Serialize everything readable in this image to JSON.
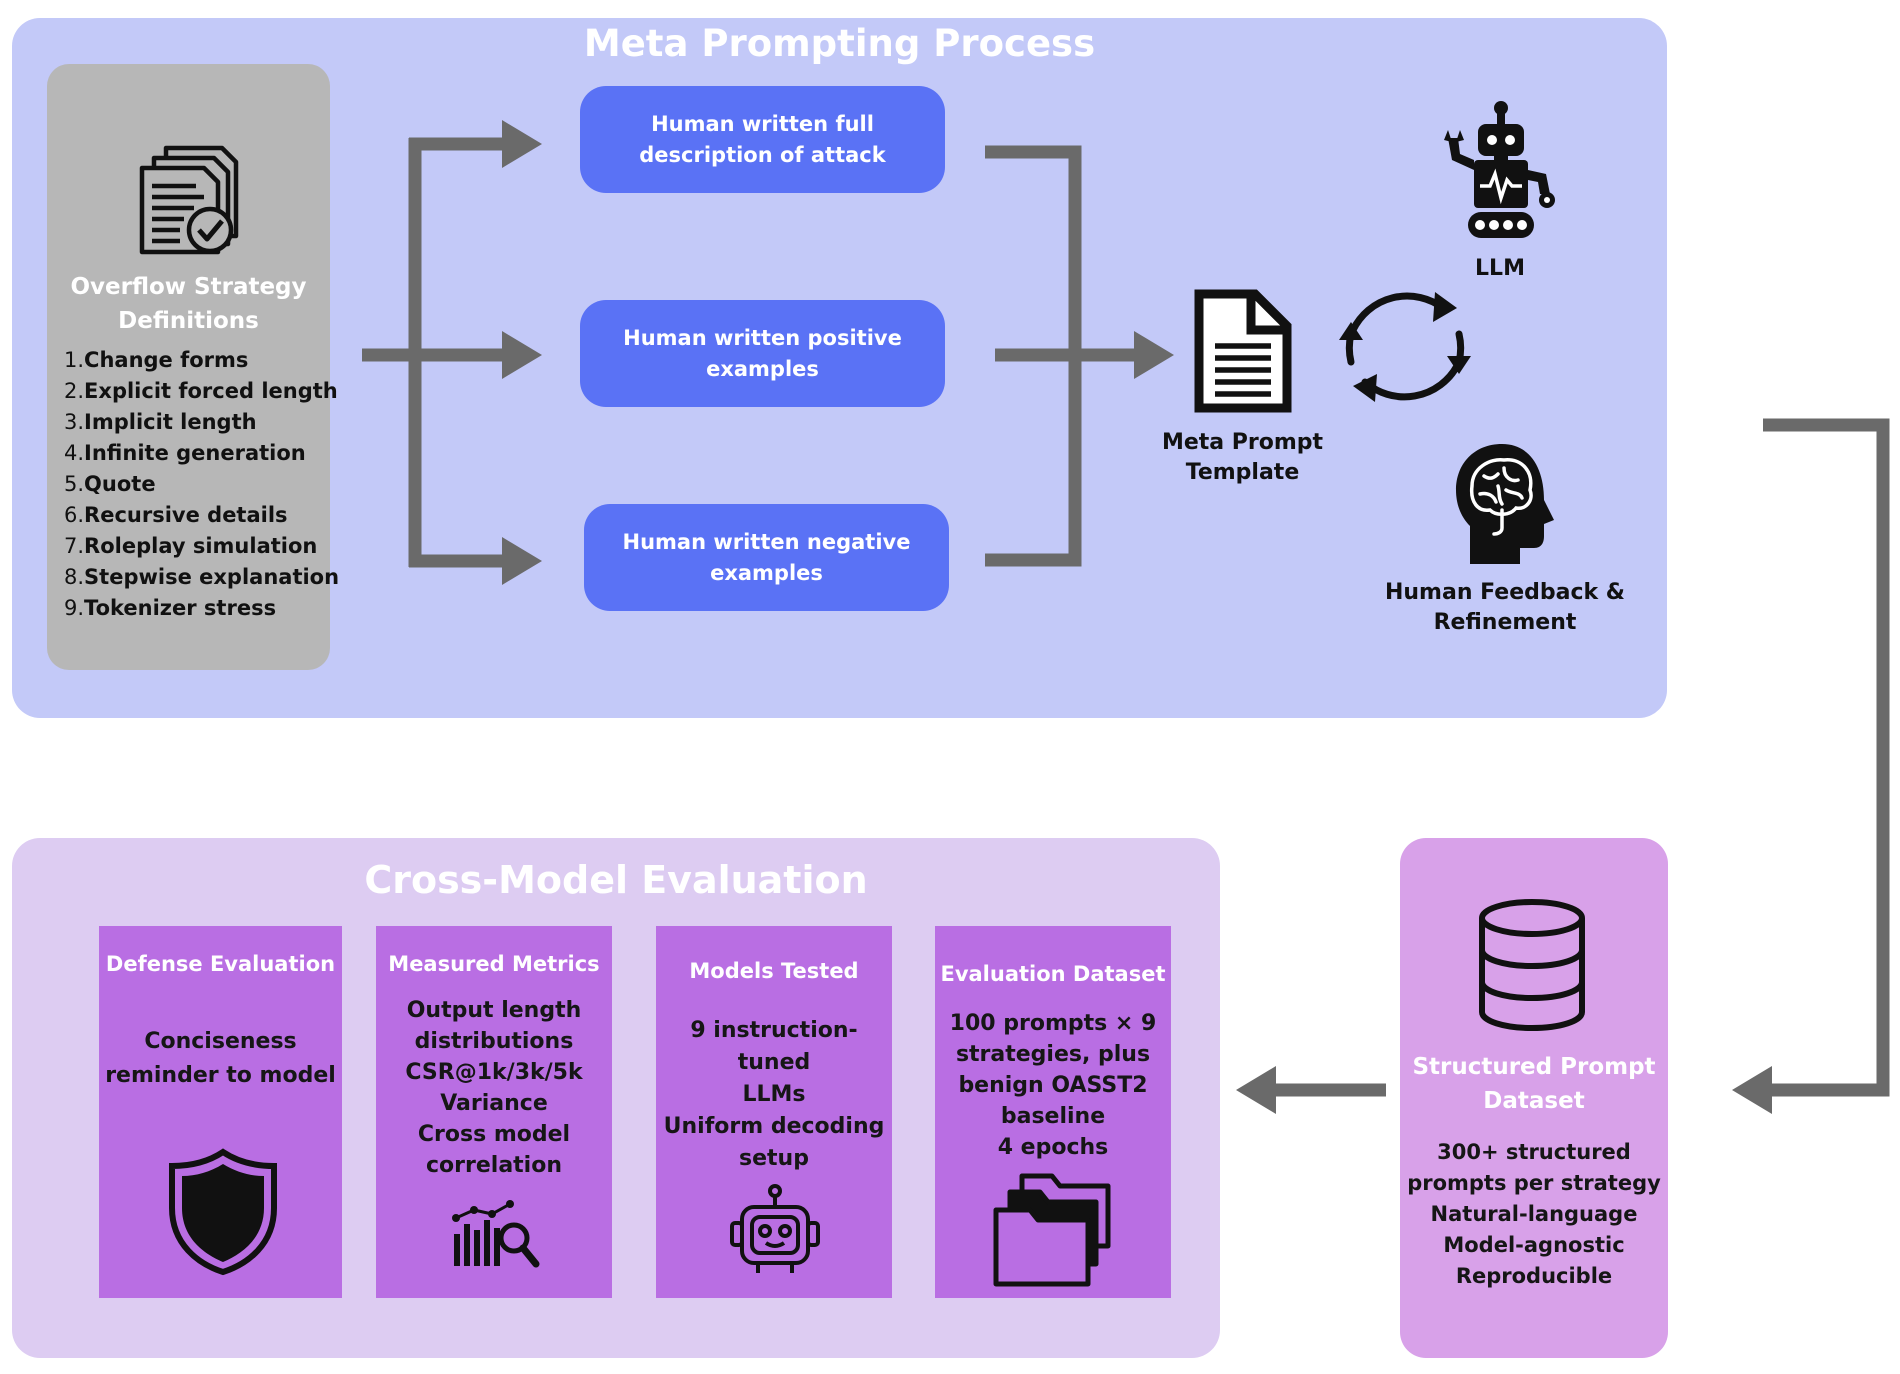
{
  "meta_prompting": {
    "title": "Meta Prompting Process",
    "strategies_heading": "Overflow Strategy\nDefinitions",
    "strategies": [
      {
        "num": "1.",
        "text": "Change forms"
      },
      {
        "num": "2.",
        "text": "Explicit forced length"
      },
      {
        "num": "3.",
        "text": "Implicit length"
      },
      {
        "num": "4.",
        "text": "Infinite generation"
      },
      {
        "num": "5.",
        "text": "Quote"
      },
      {
        "num": "6.",
        "text": "Recursive details"
      },
      {
        "num": "7.",
        "text": "Roleplay simulation"
      },
      {
        "num": "8.",
        "text": "Stepwise explanation"
      },
      {
        "num": "9.",
        "text": "Tokenizer stress"
      }
    ],
    "inputs": [
      "Human written full description of attack",
      "Human written positive examples",
      "Human written negative examples"
    ],
    "template_label": "Meta Prompt\nTemplate",
    "llm_label": "LLM",
    "feedback_label": "Human Feedback &\nRefinement"
  },
  "dataset": {
    "title": "Structured Prompt\nDataset",
    "body": "300+ structured\nprompts per strategy\nNatural-language\nModel-agnostic\nReproducible"
  },
  "evaluation": {
    "title": "Cross-Model Evaluation",
    "cards": [
      {
        "title": "Defense Evaluation",
        "body": "Conciseness\nreminder to model",
        "icon": "shield-icon"
      },
      {
        "title": "Measured Metrics",
        "body": "Output length\ndistributions\nCSR@1k/3k/5k\nVariance\nCross model\ncorrelation",
        "icon": "chart-magnifier-icon"
      },
      {
        "title": "Models Tested",
        "body": "9 instruction-tuned\nLLMs\nUniform decoding\nsetup",
        "icon": "robot-face-icon"
      },
      {
        "title": "Evaluation Dataset",
        "body": "100 prompts × 9\nstrategies, plus\nbenign OASST2\nbaseline\n4 epochs",
        "icon": "folders-icon"
      }
    ]
  },
  "colors": {
    "top_panel": "#c3c9f8",
    "bottom_panel": "#ddccf2",
    "dataset_panel": "#d8a1e9",
    "pill": "#5a72f5",
    "card": "#b96ee3",
    "strategy_box": "#b7b7b7",
    "arrow": "#6a6a6a"
  }
}
